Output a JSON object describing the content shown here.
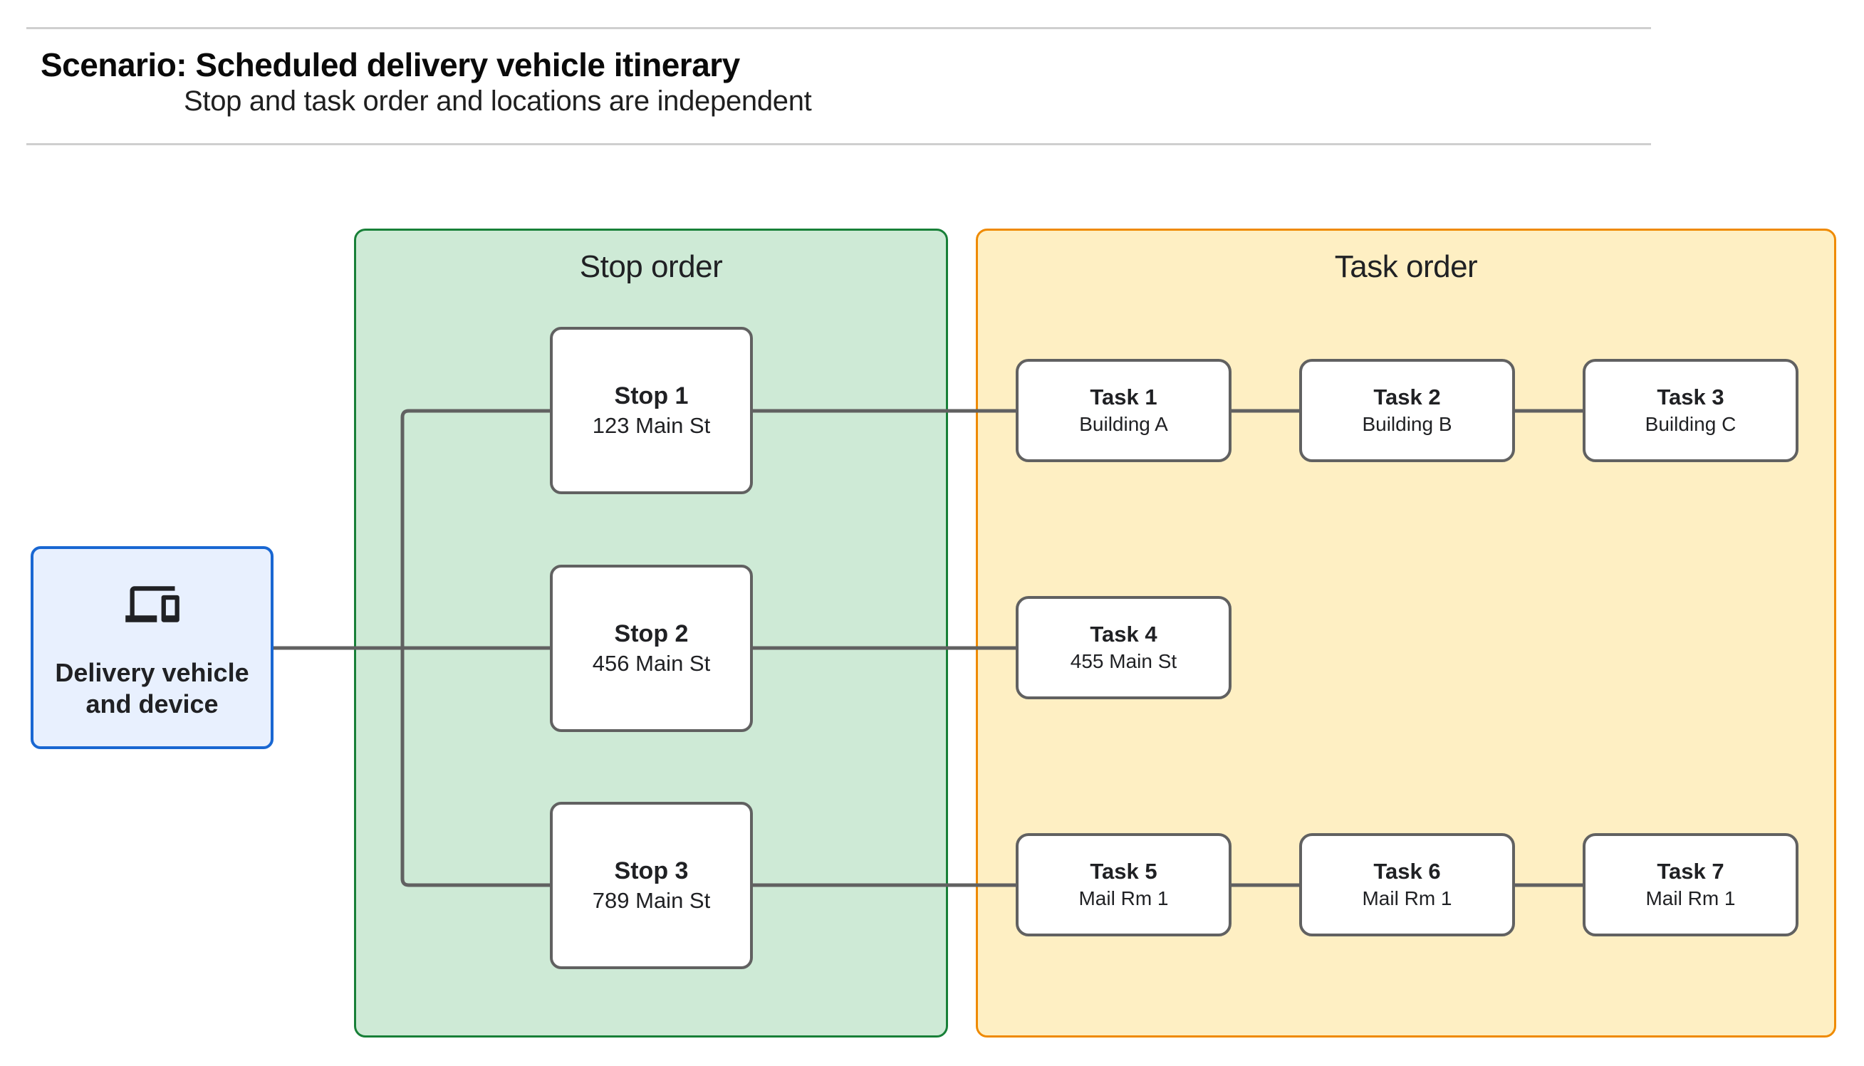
{
  "page": {
    "title": "Scenario: Scheduled delivery vehicle itinerary",
    "subtitle": "Stop and task order and locations are independent"
  },
  "source_node": {
    "label": "Delivery vehicle and device",
    "icon": "devices-icon"
  },
  "panels": {
    "stop_order": {
      "title": "Stop order",
      "fill": "#ceead6",
      "border": "#188038"
    },
    "task_order": {
      "title": "Task order",
      "fill": "#feefc3",
      "border": "#ef8a00"
    }
  },
  "stops": [
    {
      "title": "Stop 1",
      "location": "123 Main St"
    },
    {
      "title": "Stop 2",
      "location": "456 Main St"
    },
    {
      "title": "Stop 3",
      "location": "789 Main St"
    }
  ],
  "tasks": [
    {
      "title": "Task 1",
      "location": "Building A"
    },
    {
      "title": "Task 2",
      "location": "Building B"
    },
    {
      "title": "Task 3",
      "location": "Building C"
    },
    {
      "title": "Task 4",
      "location": "455 Main St"
    },
    {
      "title": "Task 5",
      "location": "Mail Rm 1"
    },
    {
      "title": "Task 6",
      "location": "Mail Rm 1"
    },
    {
      "title": "Task 7",
      "location": "Mail Rm 1"
    }
  ],
  "colors": {
    "connector": "#616161",
    "node_border": "#616161",
    "source_fill": "#e8f0fe",
    "source_border": "#1967d2",
    "stop_panel_fill": "#ceead6",
    "stop_panel_border": "#188038",
    "task_panel_fill": "#feefc3",
    "task_panel_border": "#ef8a00",
    "text": "#202124"
  }
}
